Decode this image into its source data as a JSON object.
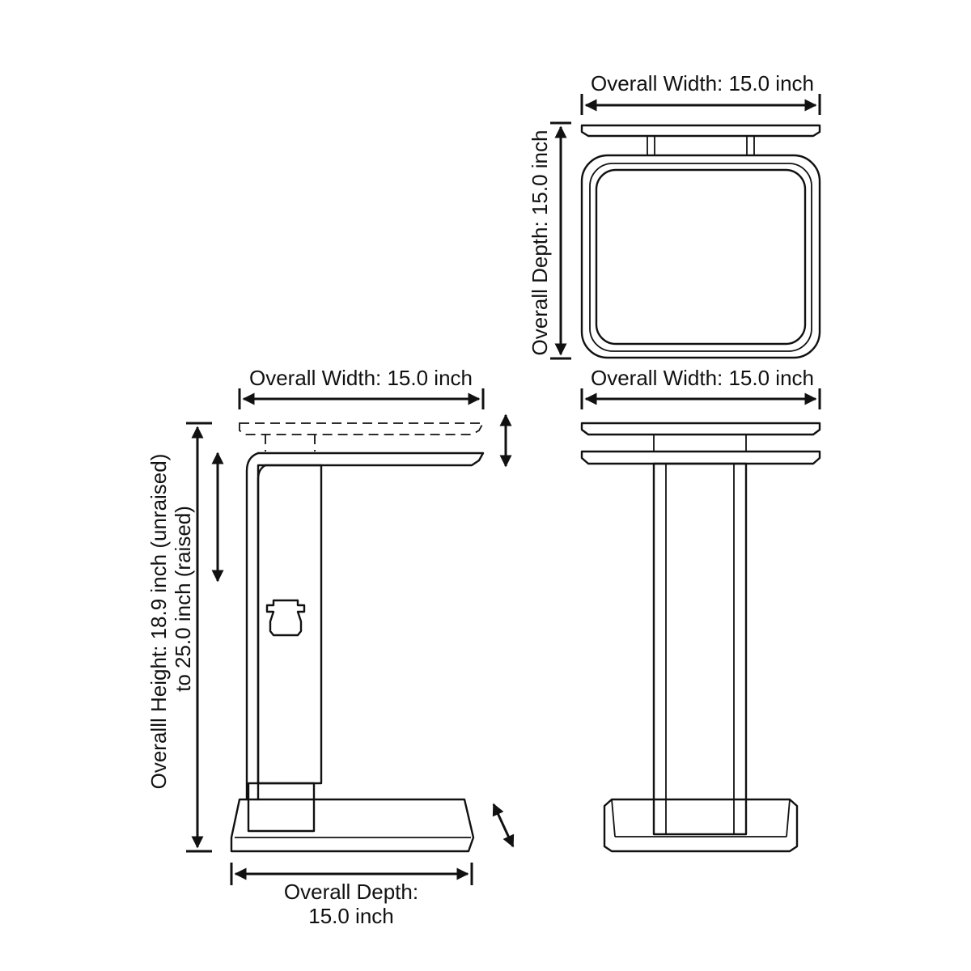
{
  "top_view": {
    "width_label": "Overall Width: 15.0 inch",
    "depth_label": "Overall Depth: 15.0 inch"
  },
  "side_view": {
    "width_label": "Overall Width: 15.0 inch",
    "height_label_line1": "Overalll Height: 18.9 inch (unraised)",
    "height_label_line2": "to 25.0 inch (raised)",
    "depth_label_line1": "Overall Depth:",
    "depth_label_line2": "15.0 inch"
  },
  "front_view": {
    "width_label": "Overall Width: 15.0 inch"
  },
  "colors": {
    "line": "#111111",
    "background": "#ffffff"
  }
}
